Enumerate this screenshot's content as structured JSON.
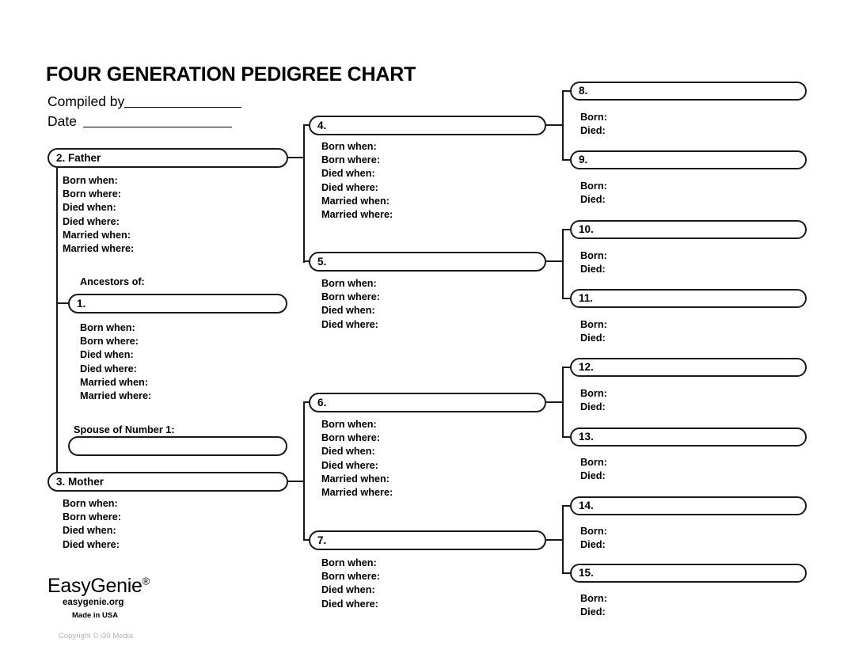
{
  "header": {
    "title": "FOUR GENERATION PEDIGREE CHART",
    "compiled_by_label": "Compiled by",
    "date_label": "Date"
  },
  "labels": {
    "ancestors_of": "Ancestors of:",
    "spouse_of_number_1": "Spouse of Number 1:",
    "born_when": "Born when:",
    "born_where": "Born where:",
    "died_when": "Died when:",
    "died_where": "Died where:",
    "married_when": "Married when:",
    "married_where": "Married where:",
    "born": "Born:",
    "died": "Died:"
  },
  "people": {
    "p1": {
      "number": "1."
    },
    "spouse1": {
      "number": ""
    },
    "p2": {
      "number": "2. Father"
    },
    "p3": {
      "number": "3. Mother"
    },
    "p4": {
      "number": "4."
    },
    "p5": {
      "number": "5."
    },
    "p6": {
      "number": "6."
    },
    "p7": {
      "number": "7."
    },
    "p8": {
      "number": "8."
    },
    "p9": {
      "number": "9."
    },
    "p10": {
      "number": "10."
    },
    "p11": {
      "number": "11."
    },
    "p12": {
      "number": "12."
    },
    "p13": {
      "number": "13."
    },
    "p14": {
      "number": "14."
    },
    "p15": {
      "number": "15."
    }
  },
  "footer": {
    "brand": "EasyGenie",
    "brand_mark": "®",
    "website": "easygenie.org",
    "made_in": "Made in USA",
    "copyright": "Copyright © i30 Media"
  },
  "colors": {
    "ink": "#1a1a1a",
    "paper": "#ffffff",
    "muted": "#b3b3b3"
  }
}
